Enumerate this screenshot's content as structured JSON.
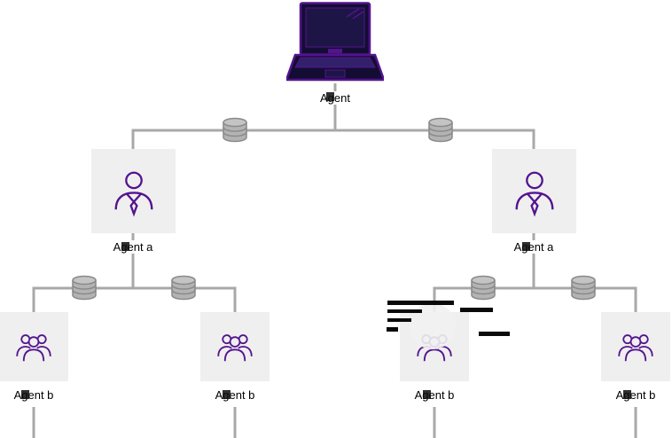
{
  "colors": {
    "accent": "#53148e",
    "line": "#a8a8a8",
    "box": "#efefef",
    "db_fill": "#b3b3b3",
    "db_top": "#c4c4c4",
    "db_stroke": "#898989",
    "laptop_dark": "#140d33",
    "text": "#000000",
    "background": "#ffffff"
  },
  "nodes": {
    "root": {
      "label": "Agent",
      "icon": "laptop-icon"
    },
    "level1": [
      {
        "label": "Agent a",
        "icon": "person-icon"
      },
      {
        "label": "Agent a",
        "icon": "person-icon"
      }
    ],
    "level2": [
      {
        "label": "Agent b",
        "icon": "people-group-icon"
      },
      {
        "label": "Agent b",
        "icon": "people-group-icon"
      },
      {
        "label": "Agent b",
        "icon": "people-group-icon"
      },
      {
        "label": "Agent b",
        "icon": "people-group-icon"
      }
    ]
  },
  "connector_icons": {
    "database_icon": "database-icon",
    "count": 6
  }
}
